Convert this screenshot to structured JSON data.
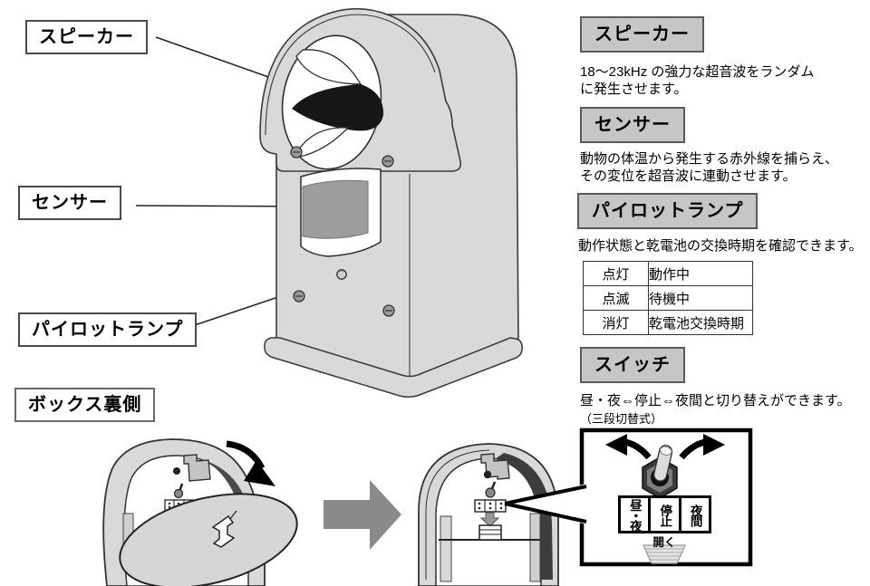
{
  "colors": {
    "device_gray": "#d9d9d9",
    "outline": "#3a3a3a",
    "header_fill": "#c6c6c6",
    "header_border": "#5a5a5a",
    "arrow_gray": "#8a8a8a",
    "dark_shade": "#4a4a4a",
    "sensor_gray": "#9d9d9d"
  },
  "device_diagram": {
    "labels": {
      "speaker": "スピーカー",
      "sensor": "センサー",
      "pilot_lamp": "パイロットランプ",
      "box_back": "ボックス裏側"
    }
  },
  "info_panel": {
    "sections": [
      {
        "title": "スピーカー",
        "lines": [
          "18〜23kHz の強力な超音波をランダム",
          "に発生させます。"
        ]
      },
      {
        "title": "センサー",
        "lines": [
          "動物の体温から発生する赤外線を捕らえ、",
          "その変位を超音波に連動させます。"
        ]
      },
      {
        "title": "パイロットランプ",
        "lines": [
          "動作状態と乾電池の交換時期を確認できます。"
        ],
        "table": {
          "rows": [
            {
              "state": "点灯",
              "meaning": "動作中"
            },
            {
              "state": "点滅",
              "meaning": "待機中"
            },
            {
              "state": "消灯",
              "meaning": "乾電池交換時期"
            }
          ]
        }
      },
      {
        "title": "スイッチ",
        "lines": [
          "昼・夜⇔停止⇔夜間と切り替えができます。",
          "（三段切替式）"
        ]
      }
    ]
  },
  "switch_detail": {
    "positions": [
      "昼・夜",
      "停止",
      "夜間"
    ],
    "open_label": "開く"
  }
}
